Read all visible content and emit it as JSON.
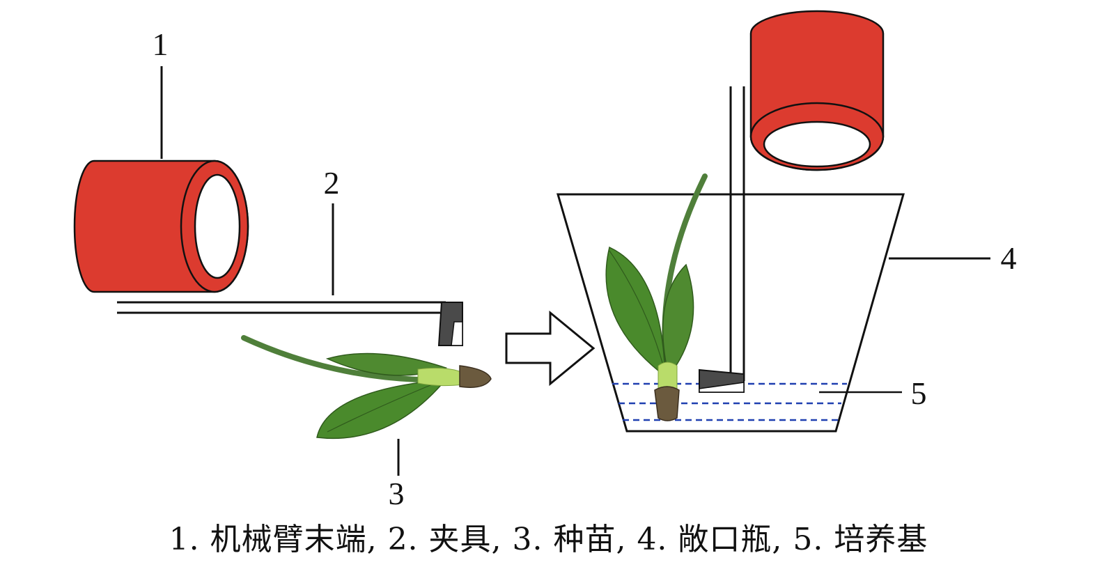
{
  "labels": {
    "n1": "1",
    "n2": "2",
    "n3": "3",
    "n4": "4",
    "n5": "5"
  },
  "caption": "1. 机械臂末端, 2. 夹具, 3. 种苗, 4. 敞口瓶, 5. 培养基",
  "colors": {
    "robot_red": "#dc3b2f",
    "outline": "#111111",
    "gripper": "#4a4a4a",
    "leaf": "#3f7d2a",
    "leaf_light": "#6aa840",
    "stem": "#b9dc6a",
    "medium_line": "#1f3fb0"
  }
}
